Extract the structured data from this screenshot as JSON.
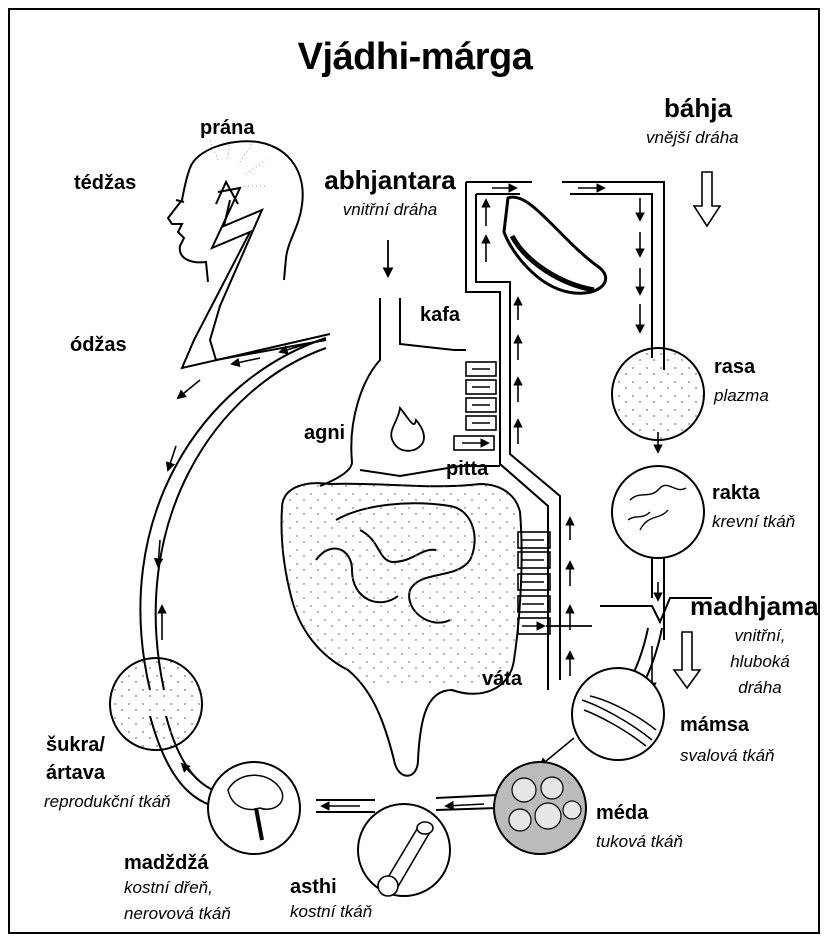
{
  "title": "Vjádhi-márga",
  "prana": "prána",
  "tedzas": "tédžas",
  "odzas": "ódžas",
  "abhjantara": {
    "name": "abhjantara",
    "desc": "vnitřní dráha"
  },
  "bahja": {
    "name": "báhja",
    "desc": "vnější dráha"
  },
  "kafa": "kafa",
  "agni": "agni",
  "pitta": "pitta",
  "vata": "váta",
  "madhjama": {
    "name": "madhjama",
    "desc_1": "vnitřní,",
    "desc_2": "hluboká",
    "desc_3": "dráha"
  },
  "tissues": {
    "rasa": {
      "name": "rasa",
      "desc": "plazma"
    },
    "rakta": {
      "name": "rakta",
      "desc": "krevní tkáň"
    },
    "mamsa": {
      "name": "mámsa",
      "desc": "svalová tkáň"
    },
    "meda": {
      "name": "méda",
      "desc": "tuková tkáň"
    },
    "asthi": {
      "name": "asthi",
      "desc": "kostní tkáň"
    },
    "madzdza": {
      "name": "madždžá",
      "desc_1": "kostní dřeň,",
      "desc_2": "nerovová tkáň"
    },
    "sukra": {
      "name_1": "šukra/",
      "name_2": "ártava",
      "desc": "reprodukční tkáň"
    }
  }
}
